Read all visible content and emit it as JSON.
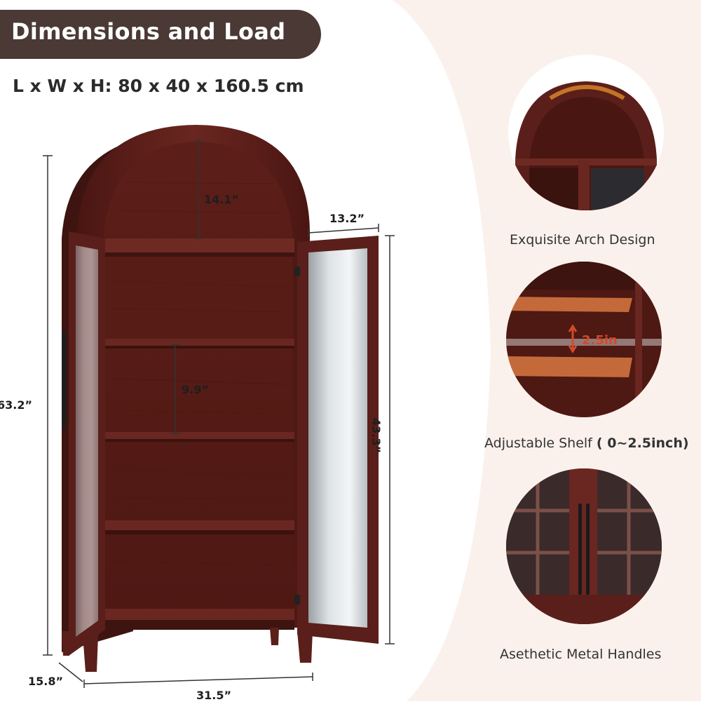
{
  "header": {
    "title": "Dimensions and Load",
    "dimensions": "L x W x H: 80 x 40 x 160.5 cm"
  },
  "measurements": {
    "arch_height": "14.1”",
    "depth_top": "13.2”",
    "shelf_gap": "9.9”",
    "total_height": "63.2”",
    "door_height": "43.3”",
    "depth_bottom": "15.8”",
    "width": "31.5”"
  },
  "features": [
    {
      "caption": "Exquisite Arch Design"
    },
    {
      "caption_main": "Adjustable Shelf",
      "caption_paren": "( 0~2.5inch)",
      "badge": "2.5in"
    },
    {
      "caption": "Asethetic Metal Handles"
    }
  ],
  "colors": {
    "wood": "#5a1f1a",
    "wood_dark": "#3d1410",
    "badge_bg": "#4a3934",
    "right_bg": "#fbf1ec"
  }
}
